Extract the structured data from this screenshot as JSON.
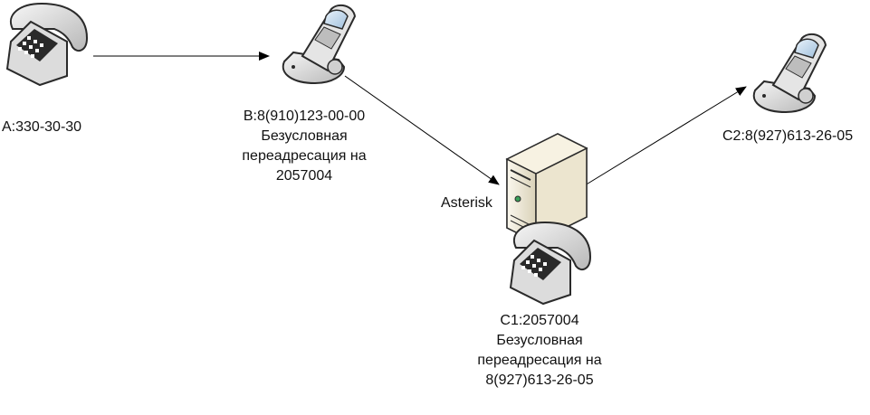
{
  "nodes": {
    "a": {
      "lines": [
        "A:330-30-30"
      ],
      "icon": "desk-phone-icon"
    },
    "b": {
      "lines": [
        "B:8(910)123-00-00",
        "Безусловная",
        "переадресация на",
        "2057004"
      ],
      "icon": "mobile-phone-icon"
    },
    "server": {
      "lines": [
        "Asterisk"
      ],
      "icon": "server-icon"
    },
    "c1": {
      "lines": [
        "C1:2057004",
        "Безусловная",
        "переадресация на",
        "8(927)613-26-05"
      ],
      "icon": "desk-phone-icon"
    },
    "c2": {
      "lines": [
        "C2:8(927)613-26-05"
      ],
      "icon": "mobile-phone-icon"
    }
  },
  "edges": [
    {
      "from": "a",
      "to": "b"
    },
    {
      "from": "b",
      "to": "server"
    },
    {
      "from": "server",
      "to": "c2"
    }
  ],
  "colors": {
    "line": "#000000",
    "icon_fill": "#e9e9e9",
    "icon_dark": "#2a2a2a",
    "server_fill": "#f3eedd",
    "screen": "#cfe2f5"
  }
}
